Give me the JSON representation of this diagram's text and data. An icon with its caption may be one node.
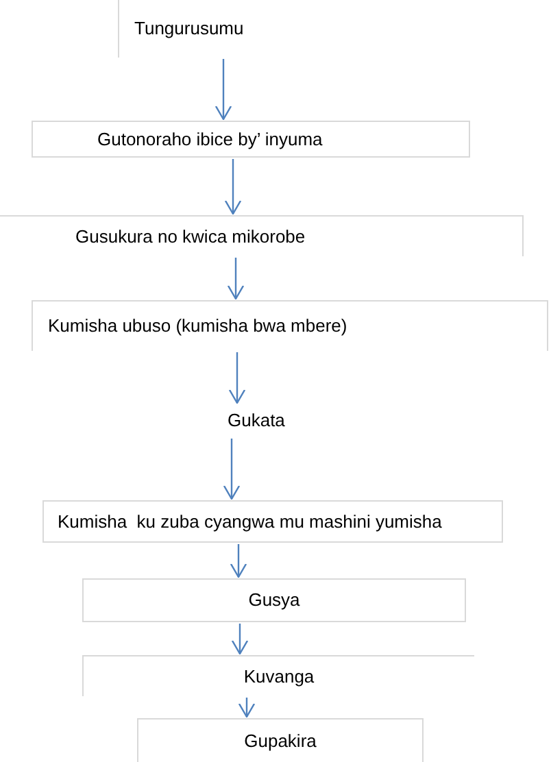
{
  "diagram": {
    "nodes": [
      {
        "text": [
          "Tungurusumu"
        ]
      },
      {
        "text": [
          "Gutonoraho ibice by’ inyuma"
        ]
      },
      {
        "text": [
          "Gusukura no kwica mikorobe"
        ]
      },
      {
        "text": [
          "Kumisha ubuso (kumisha bwa mbere)"
        ]
      },
      {
        "text": [
          "Gukata"
        ]
      },
      {
        "text": [
          "Kumisha  ku zuba cyangwa mu mashini yumisha"
        ]
      },
      {
        "text": [
          "Gusya"
        ]
      },
      {
        "text": [
          "Kuvanga"
        ]
      },
      {
        "text": [
          "Gupakira"
        ]
      }
    ],
    "edges": [
      {
        "from": 0,
        "to": 1,
        "arrow": "to"
      },
      {
        "from": 1,
        "to": 2,
        "arrow": "to"
      },
      {
        "from": 2,
        "to": 3,
        "arrow": "to"
      },
      {
        "from": 3,
        "to": 4,
        "arrow": "to"
      },
      {
        "from": 4,
        "to": 5,
        "arrow": "to"
      },
      {
        "from": 5,
        "to": 6,
        "arrow": "to"
      },
      {
        "from": 6,
        "to": 7,
        "arrow": "to"
      },
      {
        "from": 7,
        "to": 8,
        "arrow": "to"
      }
    ]
  }
}
